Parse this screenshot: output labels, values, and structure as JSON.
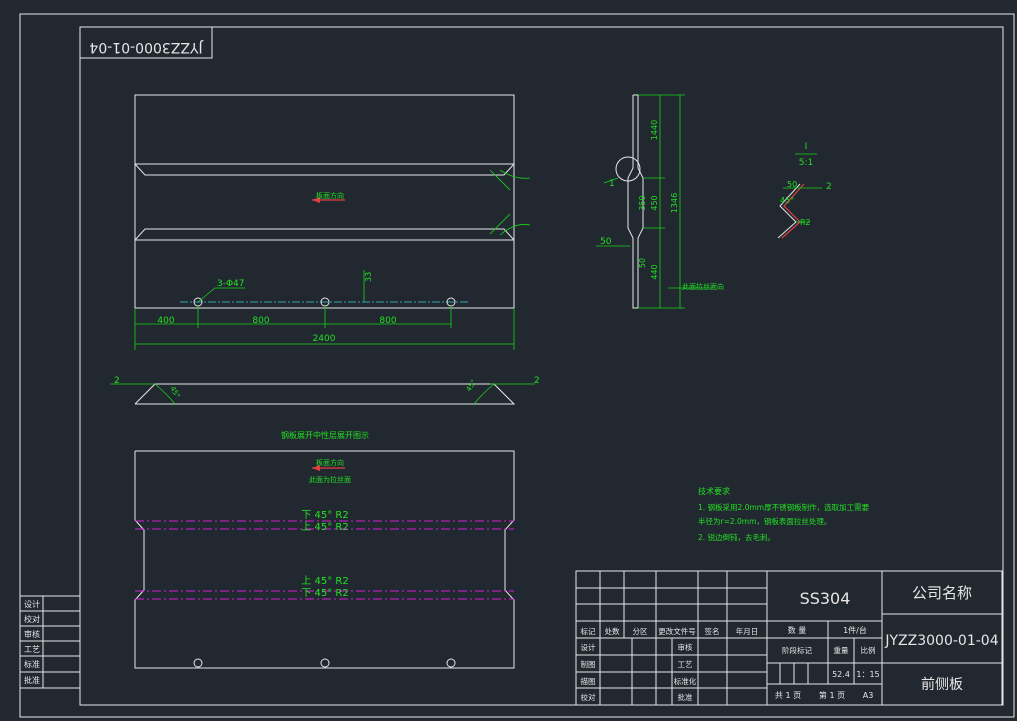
{
  "drawing_number": "JYZZ3000-01-04",
  "front_view": {
    "arrow_label": "板面方向",
    "hole_label": "3-Φ47",
    "dim_33": "33",
    "dims": [
      "400",
      "800",
      "800"
    ],
    "total": "2400"
  },
  "side_view": {
    "dims": [
      "1440",
      "350",
      "450",
      "1346",
      "50",
      "440"
    ],
    "callout": "1",
    "dim_50": "50",
    "surface_note": "此面拉丝面向"
  },
  "detail": {
    "title": "I",
    "scale": "5:1",
    "dim_50": "50",
    "dim_2": "2",
    "angle": "45°",
    "radius": "R2"
  },
  "section": {
    "left_2": "2",
    "right_2": "2",
    "left_angle": "45°",
    "right_angle": "45°"
  },
  "flat_pattern": {
    "title": "钢板展开中性层展开图示",
    "label1": "板面方向",
    "label2": "此面为拉丝面",
    "bend1": "下 45°  R2",
    "bend2": "上 45°  R2",
    "bend3": "上 45°  R2",
    "bend4": "下 45°  R2"
  },
  "tech_req": {
    "title": "技术要求",
    "line1": "1. 钢板采用2.0mm厚不锈钢板制作，选取加工需要",
    "line2": "半径为r=2.0mm，钢板表面拉丝处理。",
    "line3": "2. 锐边倒钝，去毛刺。"
  },
  "left_box": [
    "设计",
    "校对",
    "审核",
    "工艺",
    "标准",
    "批准"
  ],
  "title_block": {
    "material": "SS304",
    "company": "公司名称",
    "drawing_no": "JYZZ3000-01-04",
    "part_name": "前侧板",
    "header": [
      "标记",
      "处数",
      "分区",
      "更改文件号",
      "签名",
      "年月日"
    ],
    "row_labels": [
      "设计",
      "制图",
      "描图",
      "校对"
    ],
    "mid_labels": [
      "审核",
      "工艺",
      "标准化",
      "批准"
    ],
    "qty_label": "数 量",
    "qty_value": "1件/台",
    "stage_label": "阶段标记",
    "weight_label": "重量",
    "scale_label": "比例",
    "weight": "52.4",
    "scale": "1：15",
    "sheets": "共 1 页",
    "sheet_no": "第 1 页",
    "format": "A3"
  }
}
